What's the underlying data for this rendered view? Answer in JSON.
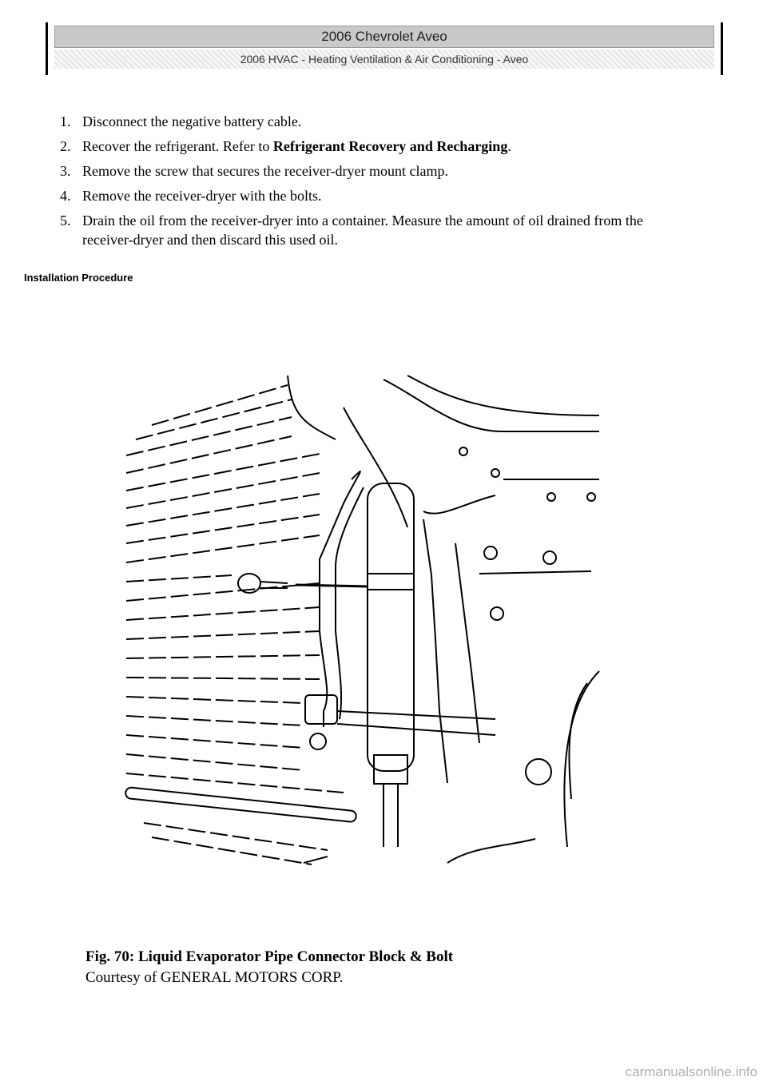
{
  "header": {
    "title": "2006 Chevrolet Aveo",
    "subtitle": "2006 HVAC - Heating Ventilation & Air Conditioning - Aveo"
  },
  "steps": [
    {
      "num": "1.",
      "text": "Disconnect the negative battery cable."
    },
    {
      "num": "2.",
      "text": "Recover the refrigerant. Refer to ",
      "bold": "Refrigerant Recovery and Recharging",
      "after": "."
    },
    {
      "num": "3.",
      "text": "Remove the screw that secures the receiver-dryer mount clamp."
    },
    {
      "num": "4.",
      "text": "Remove the receiver-dryer with the bolts."
    },
    {
      "num": "5.",
      "text": "Drain the oil from the receiver-dryer into a container. Measure the amount of oil drained from the receiver-dryer and then discard this used oil."
    }
  ],
  "section_heading": "Installation Procedure",
  "figure": {
    "alt": "Liquid evaporator pipe connector block and bolt illustration"
  },
  "caption": {
    "title": "Fig. 70: Liquid Evaporator Pipe Connector Block & Bolt",
    "credit": "Courtesy of GENERAL MOTORS CORP."
  },
  "watermark": "carmanualsonline.info"
}
